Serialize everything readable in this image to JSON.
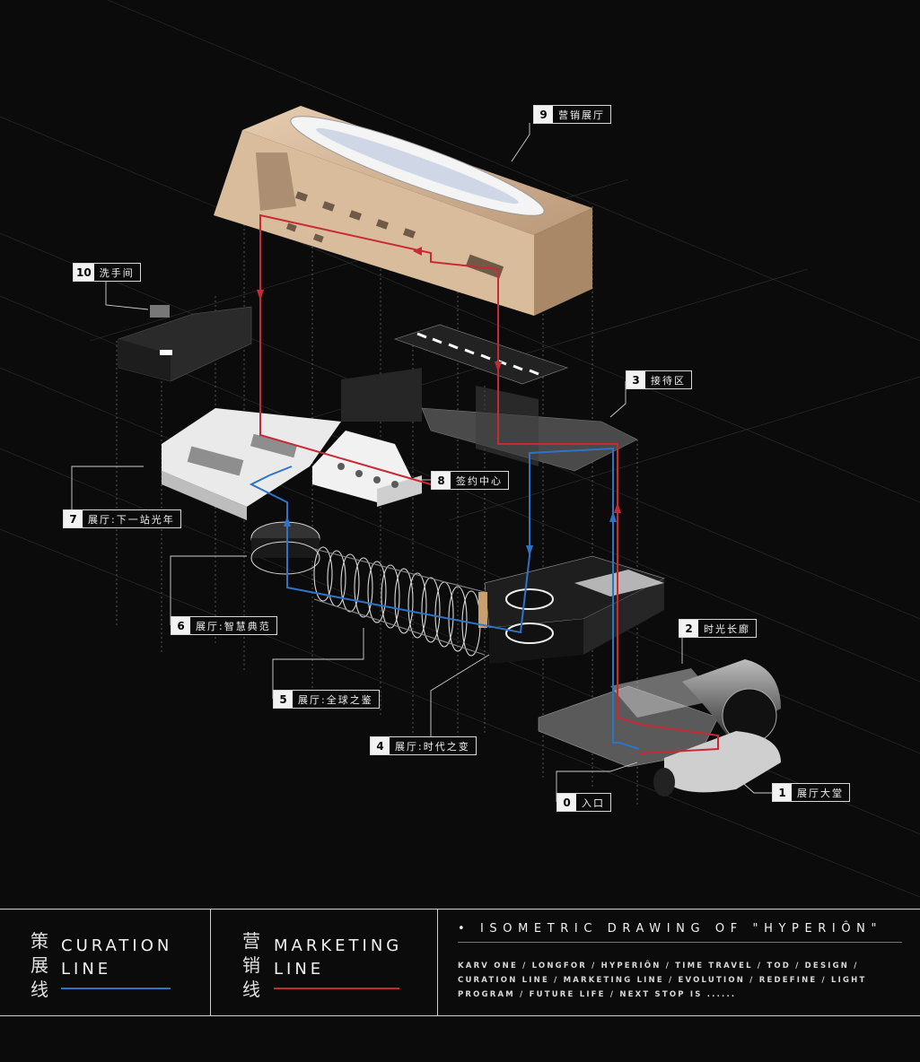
{
  "labels": [
    {
      "num": "9",
      "text": "营销展厅"
    },
    {
      "num": "10",
      "text": "洗手间"
    },
    {
      "num": "3",
      "text": "接待区"
    },
    {
      "num": "8",
      "text": "签约中心"
    },
    {
      "num": "7",
      "text": "展厅:下一站光年"
    },
    {
      "num": "2",
      "text": "时光长廊"
    },
    {
      "num": "6",
      "text": "展厅:智慧典范"
    },
    {
      "num": "5",
      "text": "展厅:全球之鉴"
    },
    {
      "num": "4",
      "text": "展厅:时代之变"
    },
    {
      "num": "0",
      "text": "入口"
    },
    {
      "num": "1",
      "text": "展厅大堂"
    }
  ],
  "legend": {
    "curation": {
      "cn": [
        "策",
        "展",
        "线"
      ],
      "en": [
        "CURATION",
        "LINE"
      ],
      "color": "#2f73c7"
    },
    "marketing": {
      "cn": [
        "营",
        "销",
        "线"
      ],
      "en": [
        "MARKETING",
        "LINE"
      ],
      "color": "#c82a35"
    }
  },
  "title": "• ISOMETRIC DRAWING OF \"HYPERIÔN\"",
  "keywords": [
    "KARV ONE / LONGFOR / HYPERIÔN / TIME TRAVEL / TOD /  DESIGN /",
    "CURATION LINE / MARKETING LINE / EVOLUTION / REDEFINE / LIGHT",
    "PROGRAM / FUTURE LIFE / NEXT STOP IS ......"
  ]
}
